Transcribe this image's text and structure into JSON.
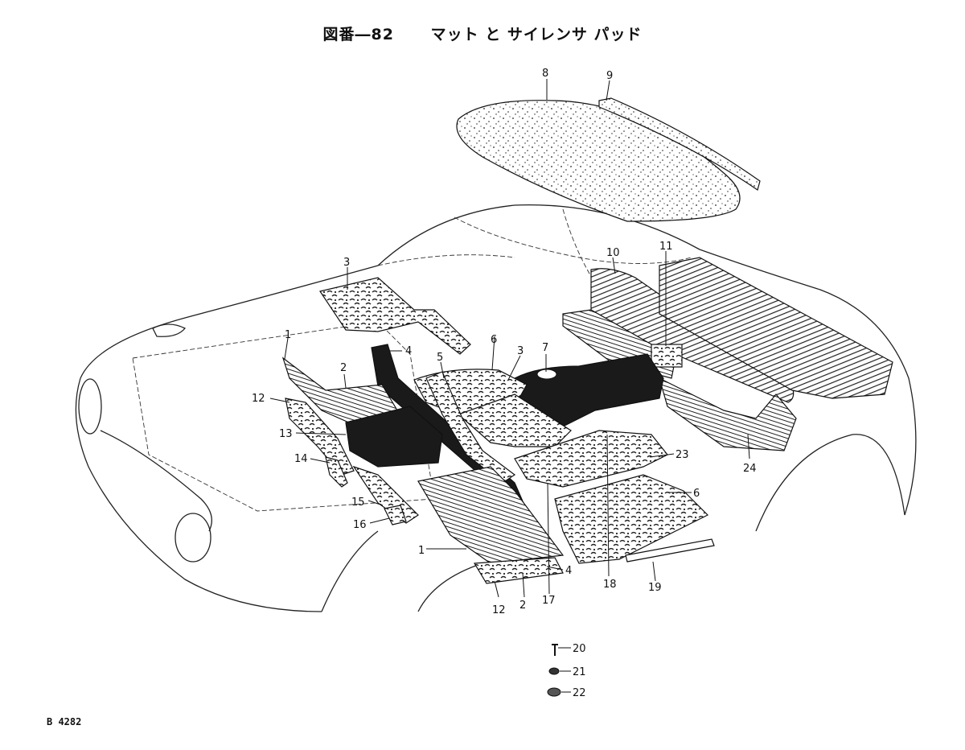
{
  "header": {
    "figure_number": "図番―82",
    "title": "マット と サイレンサ パッド"
  },
  "doc_code": "B 4282",
  "callouts": [
    {
      "id": "c8",
      "text": "8"
    },
    {
      "id": "c9",
      "text": "9"
    },
    {
      "id": "c10",
      "text": "10"
    },
    {
      "id": "c11",
      "text": "11"
    },
    {
      "id": "c3a",
      "text": "3"
    },
    {
      "id": "c1a",
      "text": "1"
    },
    {
      "id": "c4a",
      "text": "4"
    },
    {
      "id": "c5",
      "text": "5"
    },
    {
      "id": "c6a",
      "text": "6"
    },
    {
      "id": "c3b",
      "text": "3"
    },
    {
      "id": "c7",
      "text": "7"
    },
    {
      "id": "c2a",
      "text": "2"
    },
    {
      "id": "c12a",
      "text": "12"
    },
    {
      "id": "c13",
      "text": "13"
    },
    {
      "id": "c14",
      "text": "14"
    },
    {
      "id": "c15",
      "text": "15"
    },
    {
      "id": "c16",
      "text": "16"
    },
    {
      "id": "c1b",
      "text": "1"
    },
    {
      "id": "c4b",
      "text": "4"
    },
    {
      "id": "c12b",
      "text": "12"
    },
    {
      "id": "c2b",
      "text": "2"
    },
    {
      "id": "c17",
      "text": "17"
    },
    {
      "id": "c18",
      "text": "18"
    },
    {
      "id": "c19",
      "text": "19"
    },
    {
      "id": "c23",
      "text": "23"
    },
    {
      "id": "c6b",
      "text": "6"
    },
    {
      "id": "c24",
      "text": "24"
    },
    {
      "id": "c20",
      "text": "20"
    },
    {
      "id": "c21",
      "text": "21"
    },
    {
      "id": "c22",
      "text": "22"
    }
  ]
}
